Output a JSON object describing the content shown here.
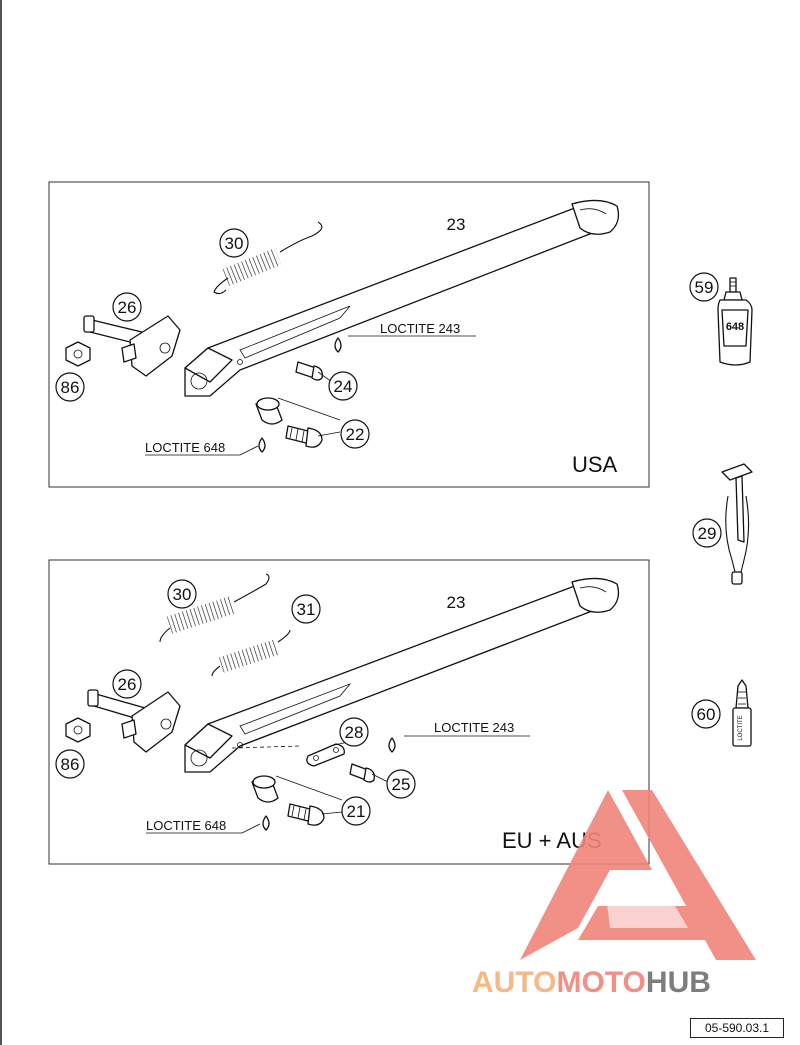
{
  "usa_panel": {
    "region": "USA",
    "parts": [
      "30",
      "23",
      "26",
      "86",
      "24",
      "22"
    ],
    "loctite_upper": "LOCTITE 243",
    "loctite_lower": "LOCTITE 648"
  },
  "eu_panel": {
    "region": "EU + AUS",
    "parts": [
      "30",
      "31",
      "23",
      "26",
      "86",
      "28",
      "25",
      "21"
    ],
    "loctite_upper": "LOCTITE 243",
    "loctite_lower": "LOCTITE 648"
  },
  "side_parts": [
    "59",
    "29",
    "60"
  ],
  "bottle_label": "648",
  "tube_label": "LOCTITE",
  "watermark": {
    "auto": "AUTO",
    "moto": "MOTO",
    "hub": "HUB",
    "colors": {
      "red": "#f0857a",
      "orange": "#f4b27a",
      "dark": "#6f6f6f"
    }
  },
  "reference": "05-590.03.1"
}
